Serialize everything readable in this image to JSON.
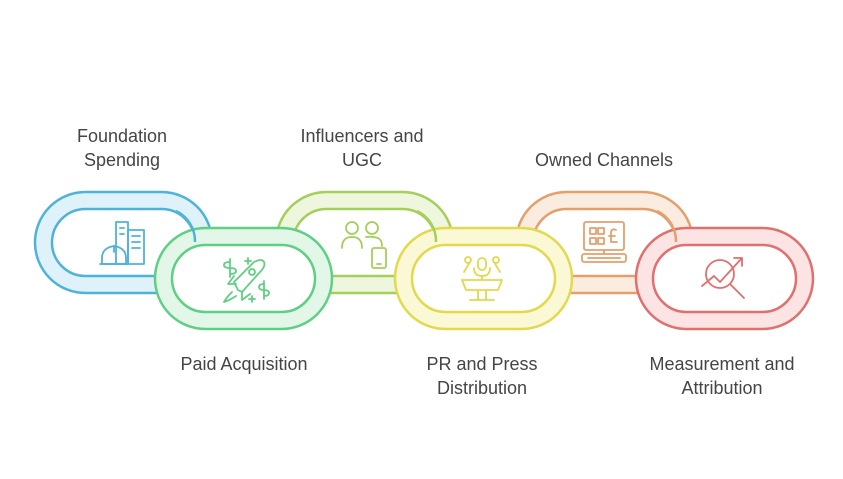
{
  "chain": {
    "links": [
      {
        "id": "foundation",
        "title": [
          "Foundation",
          "Spending"
        ],
        "icon": "building-construction-icon",
        "color": "#4fb3d9",
        "fill": "#dff1f9"
      },
      {
        "id": "paid",
        "title": [
          "Paid Acquisition"
        ],
        "icon": "rocket-money-icon",
        "color": "#5fcf83",
        "fill": "#e2f7e8"
      },
      {
        "id": "influencers",
        "title": [
          "Influencers and",
          "UGC"
        ],
        "icon": "people-phone-icon",
        "color": "#a3cf5a",
        "fill": "#eef7de"
      },
      {
        "id": "pr",
        "title": [
          "PR and Press",
          "Distribution"
        ],
        "icon": "press-podium-icon",
        "color": "#e2d94c",
        "fill": "#fbf8d6"
      },
      {
        "id": "owned",
        "title": [
          "Owned Channels"
        ],
        "icon": "pos-terminal-icon",
        "color": "#e3a06d",
        "fill": "#fbece0"
      },
      {
        "id": "measure",
        "title": [
          "Measurement and",
          "Attribution"
        ],
        "icon": "analytics-search-icon",
        "color": "#e0706e",
        "fill": "#fbe4e3"
      }
    ]
  }
}
